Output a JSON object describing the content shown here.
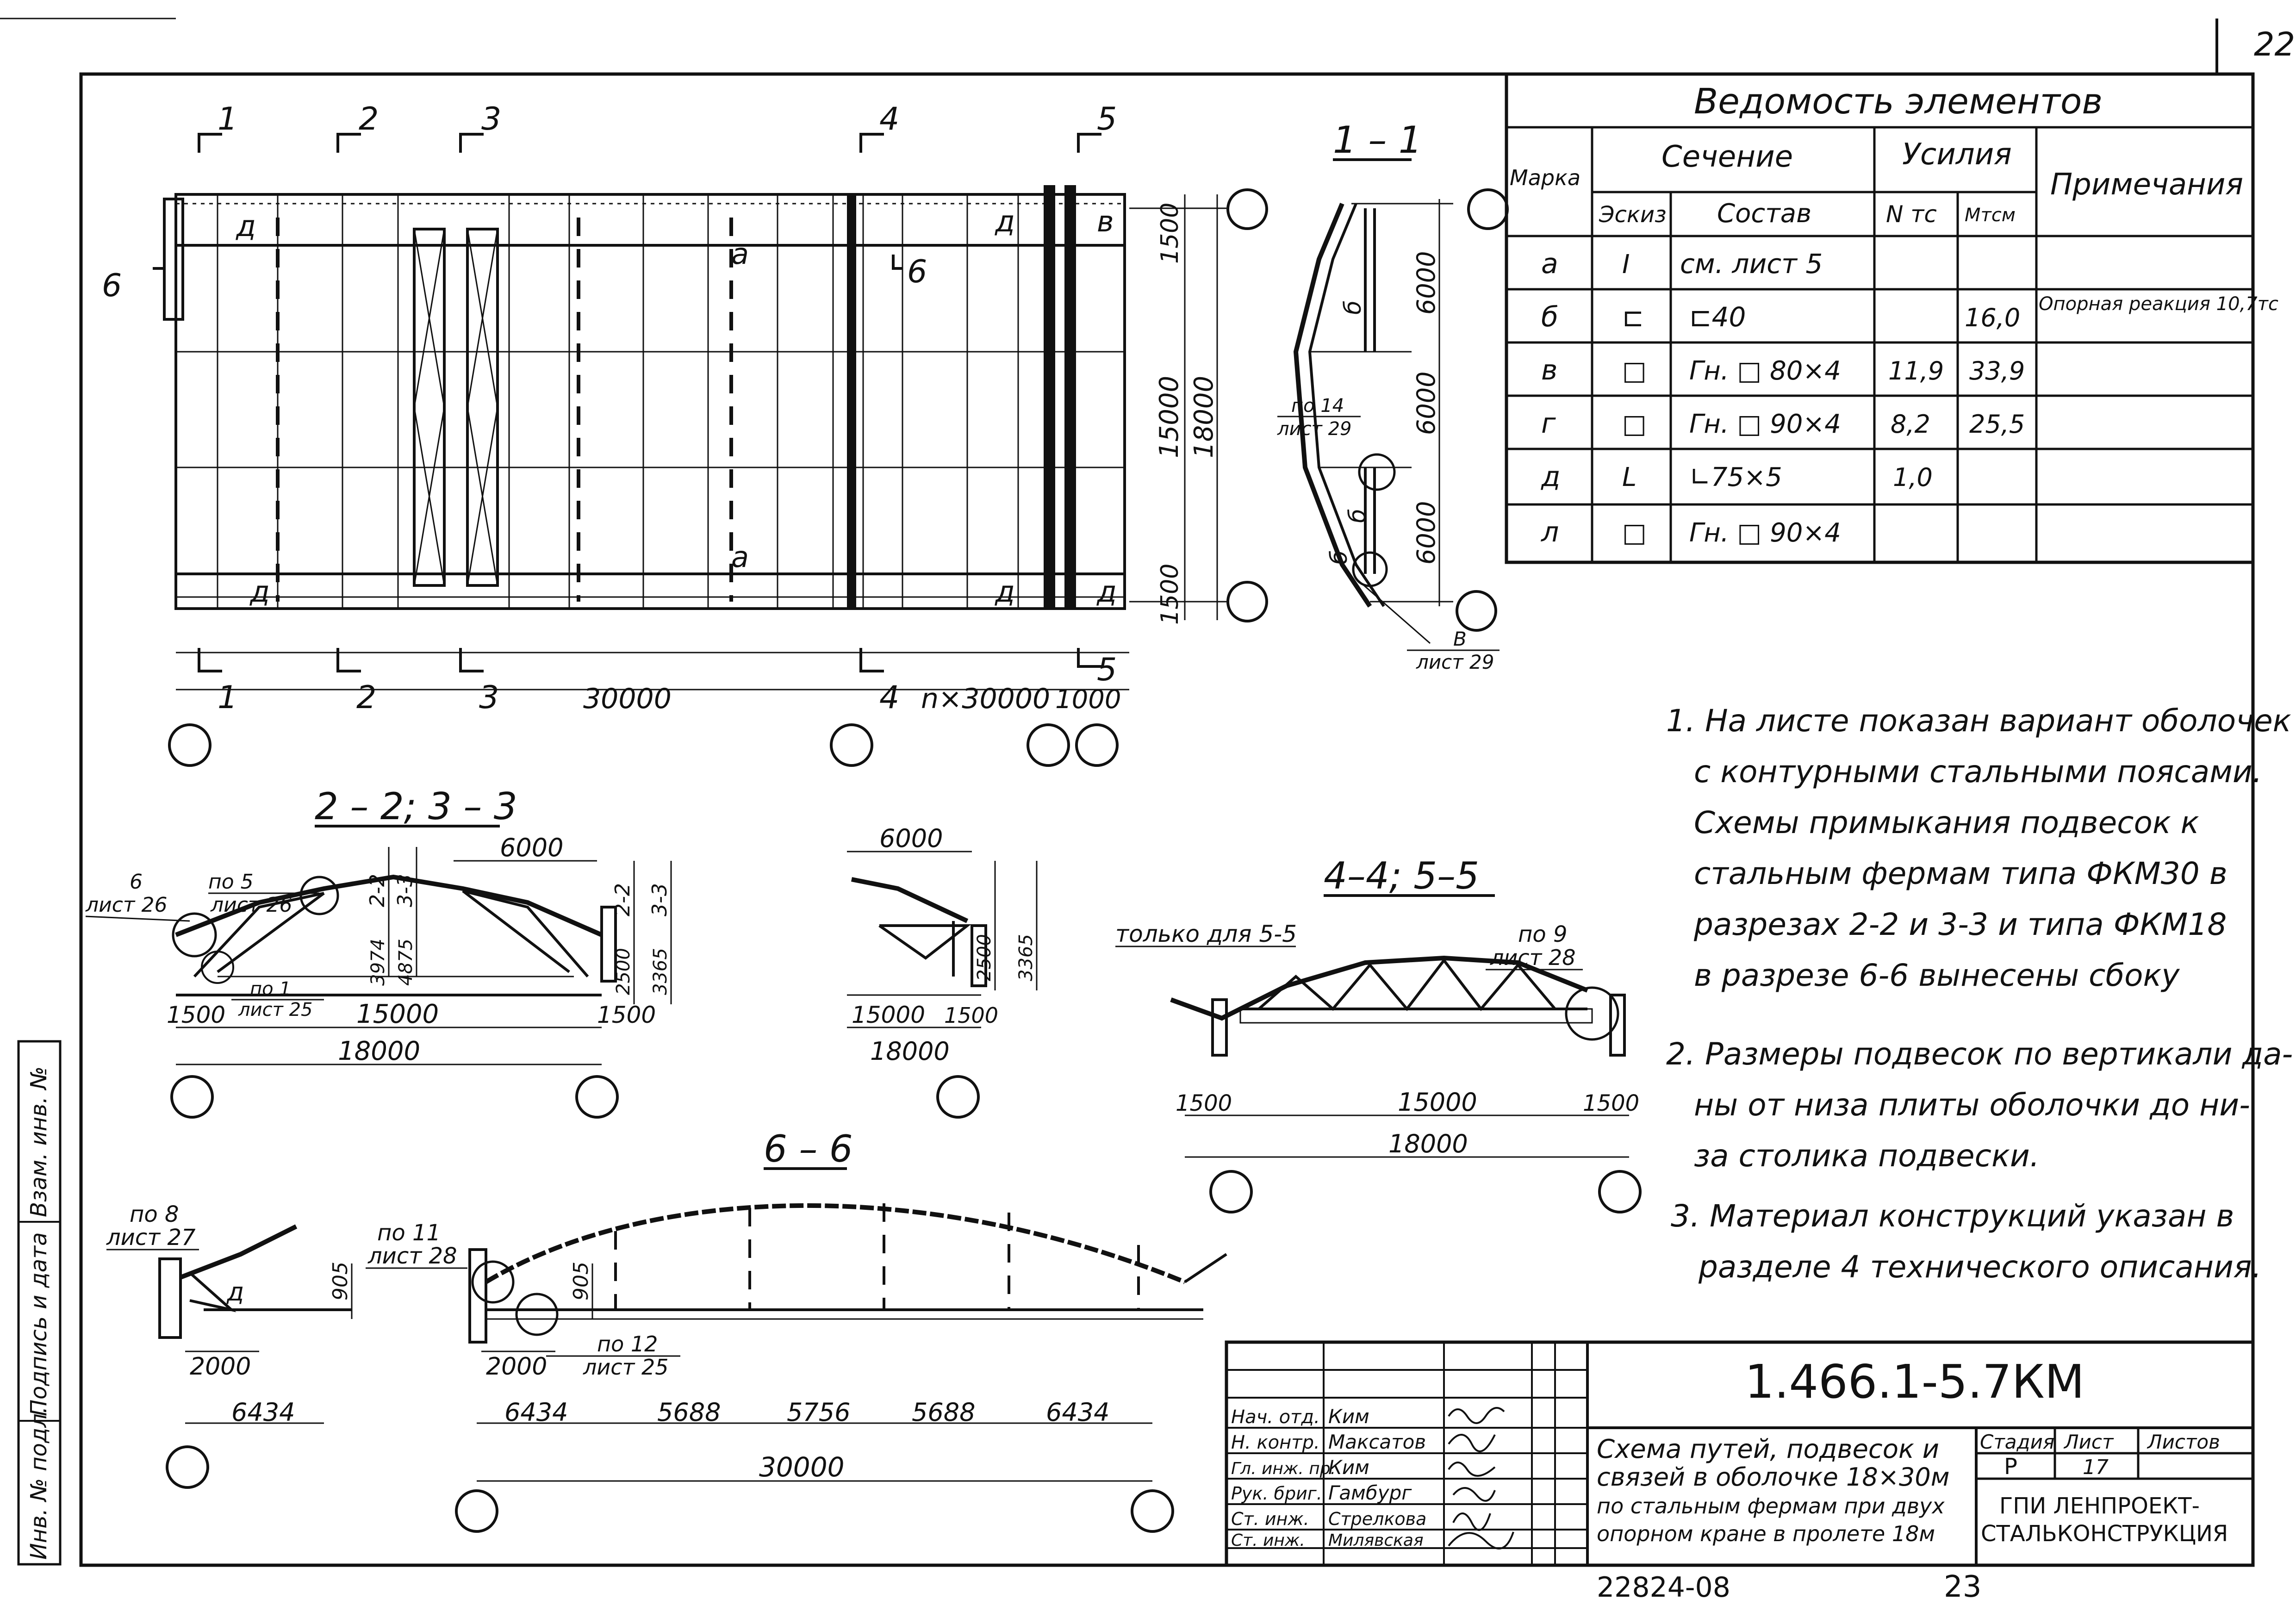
{
  "sheet": {
    "page_number": "22",
    "bottom_codes": [
      "22824-08",
      "23"
    ],
    "side_stamp": [
      "Инв. № подл.",
      "Подпись и дата",
      "Взам. инв. №"
    ]
  },
  "plan": {
    "section_marks": [
      "1",
      "2",
      "3",
      "4",
      "5",
      "6"
    ],
    "letters": {
      "a": "а",
      "d": "д",
      "v": "в"
    },
    "dims": {
      "bay": "30000",
      "repeat": "n×30000",
      "end": "1000",
      "vert_total": "18000",
      "vert_mid": "15000",
      "vert_edge": "1500"
    }
  },
  "section_1_1": {
    "title": "1 – 1",
    "dims": [
      "6000",
      "6000",
      "6000"
    ],
    "refs": [
      {
        "no": "по 14",
        "sheet": "лист 29"
      },
      {
        "no": "В",
        "sheet": "лист 29"
      }
    ],
    "letters": [
      "б",
      "б",
      "б"
    ]
  },
  "section_2_3": {
    "title": "2 – 2;  3 – 3",
    "refs": [
      {
        "no": "по 5",
        "sheet": "лист 26"
      },
      {
        "no": "6",
        "sheet": "лист 26"
      },
      {
        "no": "по 1",
        "sheet": "лист 25"
      }
    ],
    "dims": {
      "span": "15000",
      "total": "18000",
      "edge": "1500",
      "h1": "3974",
      "h2": "4875",
      "w": "6000",
      "v1": "2500",
      "v2": "3365"
    },
    "labels": {
      "s22": "2-2",
      "s33": "3-3"
    }
  },
  "section_small": {
    "dims": {
      "w": "6000",
      "span": "15000",
      "edge": "1500",
      "total": "18000",
      "v1": "2500",
      "v2": "3365"
    }
  },
  "section_4_5": {
    "title": "4–4;  5–5",
    "note": "только для 5-5",
    "ref": {
      "no": "по 9",
      "sheet": "лист 28"
    },
    "dims": {
      "edge": "1500",
      "span": "15000",
      "total": "18000"
    }
  },
  "section_6_6": {
    "title": "6 – 6",
    "refs": [
      {
        "no": "по 8",
        "sheet": "лист 27"
      },
      {
        "no": "по 11",
        "sheet": "лист 28"
      },
      {
        "no": "по 12",
        "sheet": "лист 25"
      }
    ],
    "dims": {
      "h": "905",
      "off": "2000",
      "seg": [
        "6434",
        "5688",
        "5756",
        "5688",
        "6434"
      ],
      "total": "30000"
    },
    "letter": "д"
  },
  "table": {
    "title": "Ведомость элементов",
    "head": {
      "mark": "Марка",
      "section": "Сечение",
      "sketch": "Эскиз",
      "composition": "Состав",
      "forces": "Усилия",
      "n": "N тс",
      "m": "Мтсм",
      "notes": "Примечания"
    },
    "rows": [
      {
        "mark": "а",
        "sketch": "I",
        "comp": "см. лист 5",
        "n": "",
        "m": "",
        "note": ""
      },
      {
        "mark": "б",
        "sketch": "⊏",
        "comp": "⊏40",
        "n": "",
        "m": "16,0",
        "note": "Опорная реакция 10,7тс"
      },
      {
        "mark": "в",
        "sketch": "□",
        "comp": "Гн. □ 80×4",
        "n": "11,9",
        "m": "33,9",
        "note": ""
      },
      {
        "mark": "г",
        "sketch": "□",
        "comp": "Гн. □ 90×4",
        "n": "8,2",
        "m": "25,5",
        "note": ""
      },
      {
        "mark": "д",
        "sketch": "L",
        "comp": "∟75×5",
        "n": "1,0",
        "m": "",
        "note": ""
      },
      {
        "mark": "л",
        "sketch": "□",
        "comp": "Гн. □ 90×4",
        "n": "",
        "m": "",
        "note": ""
      }
    ]
  },
  "notes": [
    "1. На листе показан вариант оболочек",
    "с контурными стальными поясами.",
    "Схемы примыкания подвесок к",
    "стальным фермам типа ФКМ30 в",
    "разрезах 2-2 и 3-3 и типа ФКМ18",
    "в разрезе 6-6 вынесены сбоку",
    "2. Размеры подвесок по вертикали да-",
    "ны от низа плиты оболочки до ни-",
    "за столика подвески.",
    "3. Материал конструкций указан в",
    "разделе 4 технического описания."
  ],
  "title_block": {
    "code": "1.466.1-5.7КМ",
    "title_lines": [
      "Схема путей, подвесок и",
      "связей в оболочке 18×30м",
      "по стальным фермам при двух",
      "опорном кране в пролете 18м"
    ],
    "stage_label": "Стадия",
    "sheet_label": "Лист",
    "sheets_label": "Листов",
    "stage": "Р",
    "sheet": "17",
    "org": [
      "ГПИ ЛЕНПРОЕКТ-",
      "СТАЛЬКОНСТРУКЦИЯ"
    ],
    "roles": [
      {
        "role": "Нач. отд.",
        "name": "Ким"
      },
      {
        "role": "Н. контр.",
        "name": "Максатов"
      },
      {
        "role": "Гл. инж. пр.",
        "name": "Ким"
      },
      {
        "role": "Рук. бриг.",
        "name": "Гамбург"
      },
      {
        "role": "Ст. инж.",
        "name": "Стрелкова"
      },
      {
        "role": "Ст. инж.",
        "name": "Милявская"
      }
    ]
  }
}
